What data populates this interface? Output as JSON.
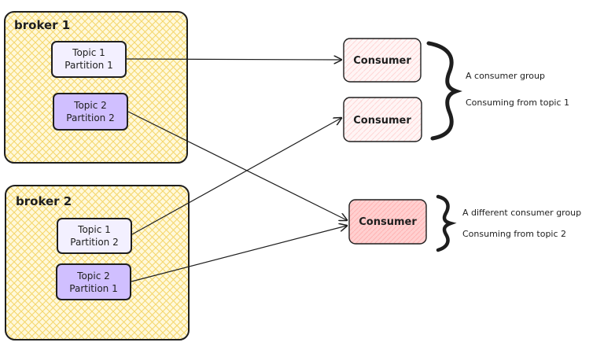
{
  "brokers": [
    {
      "label": "broker 1",
      "partitions": [
        {
          "line1": "Topic 1",
          "line2": "Partition 1"
        },
        {
          "line1": "Topic 2",
          "line2": "Partition 2"
        }
      ]
    },
    {
      "label": "broker 2",
      "partitions": [
        {
          "line1": "Topic 1",
          "line2": "Partition 2"
        },
        {
          "line1": "Topic 2",
          "line2": "Partition 1"
        }
      ]
    }
  ],
  "consumers": [
    {
      "label": "Consumer"
    },
    {
      "label": "Consumer"
    },
    {
      "label": "Consumer"
    }
  ],
  "groups": [
    {
      "line1": "A consumer group",
      "line2": "Consuming from topic 1"
    },
    {
      "line1": "A different consumer group",
      "line2": "Consuming from topic 2"
    }
  ],
  "colors": {
    "broker_fill": "#fff9db",
    "broker_hatch": "#f5d76e",
    "topic1_fill": "#f3f0ff",
    "topic2_fill": "#d0bfff",
    "consumer_fill": "#fff5f5",
    "consumer_hatch": "#ffc9c9",
    "consumer_active_fill": "#ffc9c9",
    "stroke": "#1e1e1e"
  }
}
